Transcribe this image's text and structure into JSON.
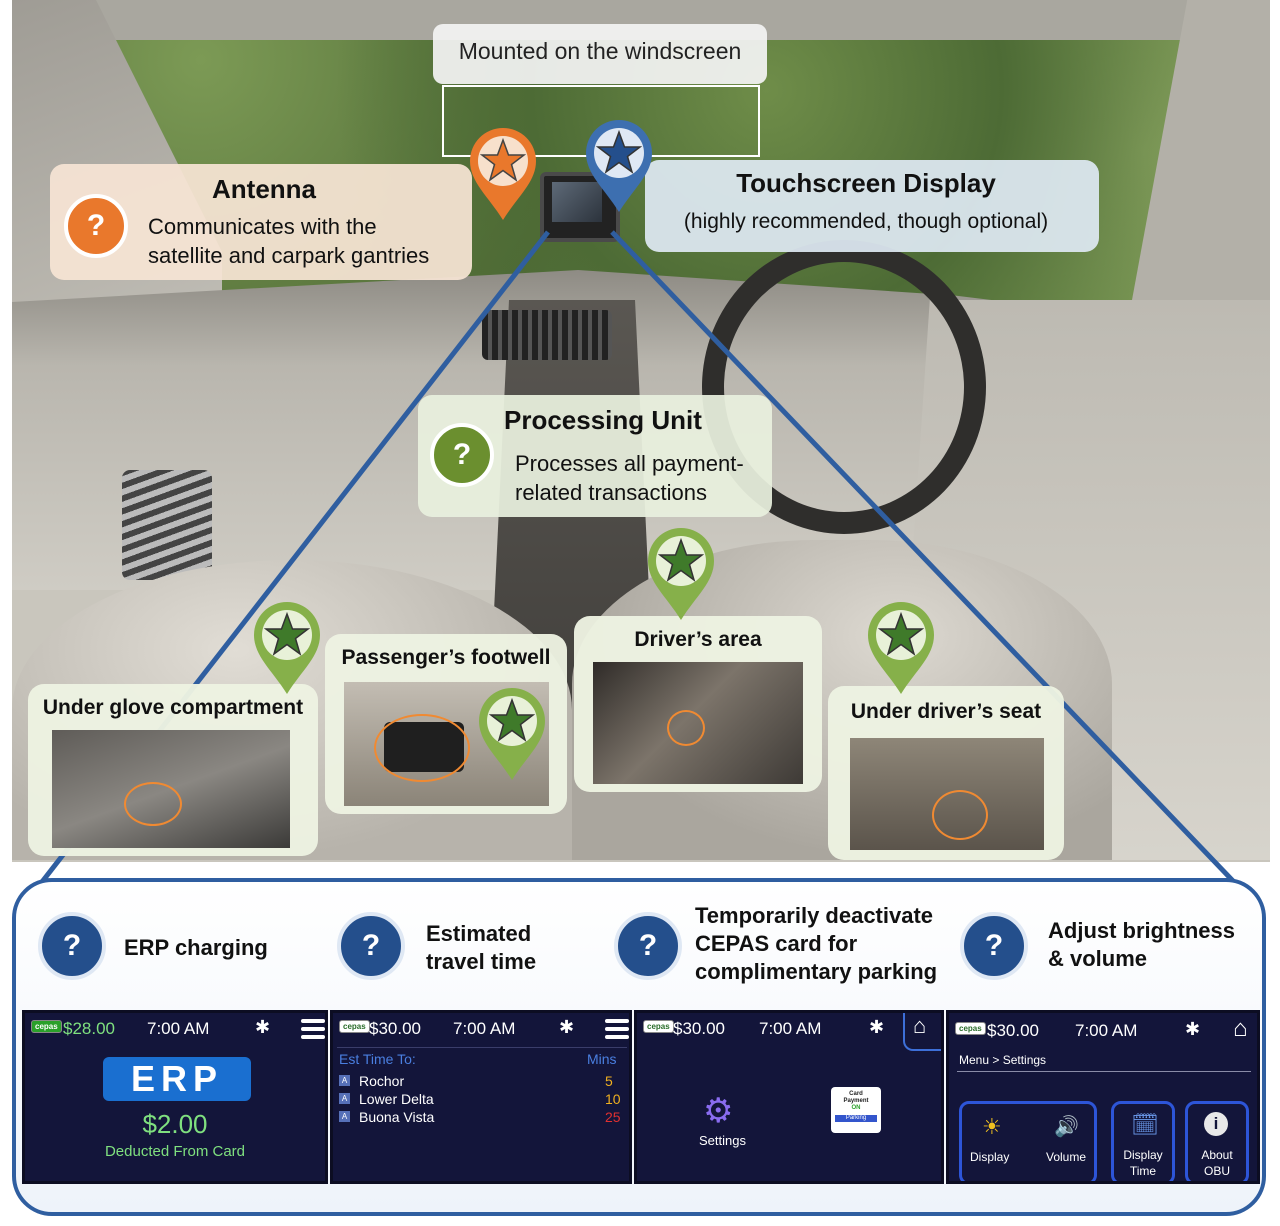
{
  "callouts": {
    "mounted": "Mounted on the windscreen",
    "antenna": {
      "title": "Antenna",
      "line1": "Communicates with the",
      "line2": "satellite and carpark gantries",
      "icon": "question-icon"
    },
    "touchscreen": {
      "title": "Touchscreen Display",
      "subtitle": "(highly recommended, though optional)"
    },
    "processing": {
      "title": "Processing Unit",
      "line1": "Processes all payment-",
      "line2": "related transactions",
      "icon": "question-icon"
    }
  },
  "locations": [
    {
      "label": "Under glove compartment"
    },
    {
      "label": "Passenger’s footwell"
    },
    {
      "label": "Driver’s area"
    },
    {
      "label": "Under driver’s seat"
    }
  ],
  "features": [
    {
      "line1": "ERP charging",
      "line2": ""
    },
    {
      "line1": "Estimated",
      "line2": "travel time"
    },
    {
      "line1": "Temporarily deactivate",
      "line2": "CEPAS card for",
      "line3": "complimentary parking"
    },
    {
      "line1": "Adjust brightness",
      "line2": "& volume"
    }
  ],
  "screens": {
    "erp": {
      "cepas": "cepas",
      "balance": "$28.00",
      "time": "7:00 AM",
      "logo": "ERP",
      "amount": "$2.00",
      "note": "Deducted From Card"
    },
    "travel": {
      "cepas": "cepas",
      "balance": "$30.00",
      "time": "7:00 AM",
      "header_left": "Est Time To:",
      "header_right": "Mins",
      "rows": [
        {
          "place": "Rochor",
          "mins": "5",
          "color": "#f0b020"
        },
        {
          "place": "Lower Delta",
          "mins": "10",
          "color": "#f0b020"
        },
        {
          "place": "Buona Vista",
          "mins": "25",
          "color": "#e03030"
        }
      ]
    },
    "parking": {
      "cepas": "cepas",
      "balance": "$30.00",
      "time": "7:00 AM",
      "settings": "Settings",
      "card_line1": "Card",
      "card_line2": "Payment",
      "card_line3": "ON",
      "card_line4": "Parking"
    },
    "settings": {
      "cepas": "cepas",
      "balance": "$30.00",
      "time": "7:00 AM",
      "breadcrumb": "Menu > Settings",
      "display": "Display",
      "volume": "Volume",
      "display_time_1": "Display",
      "display_time_2": "Time",
      "about_1": "About",
      "about_2": "OBU"
    }
  },
  "colors": {
    "orange": "#e9782c",
    "blue": "#3d6fb0",
    "green": "#7aa63c",
    "navy": "#244f8c"
  }
}
